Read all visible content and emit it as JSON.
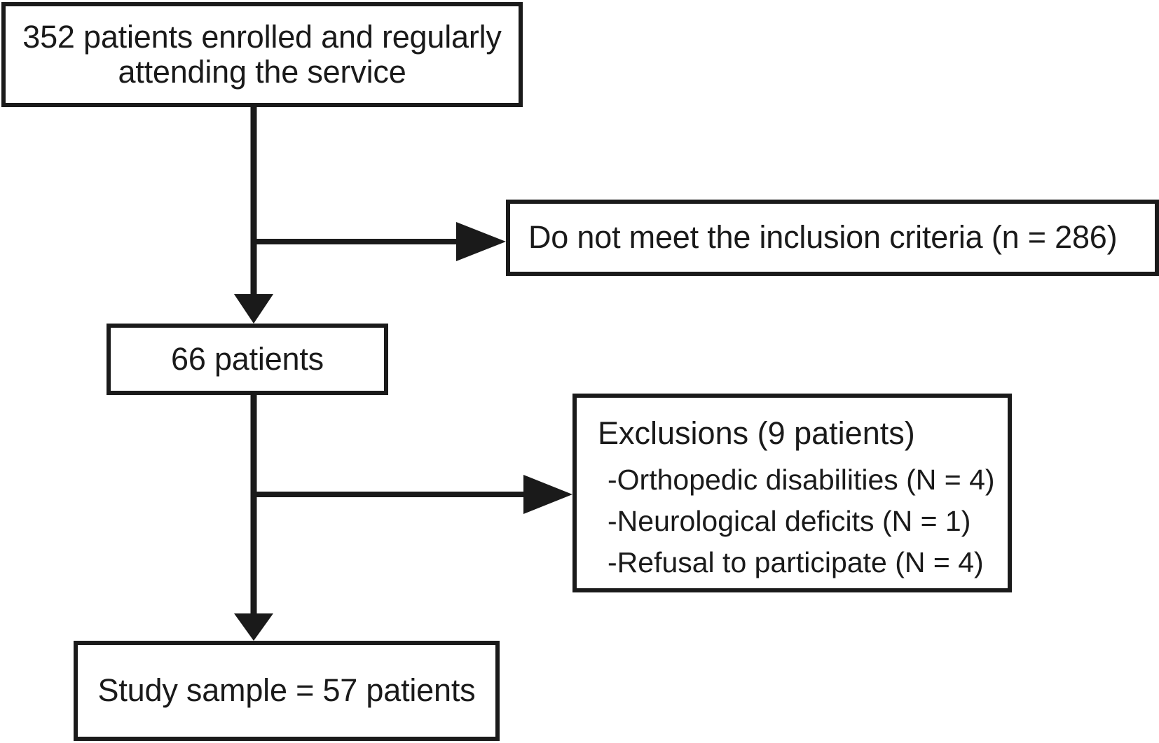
{
  "figure": {
    "type": "flowchart",
    "orientation": "top-down",
    "background_color": "#ffffff",
    "stroke_color": "#1a1a1a"
  },
  "nodes": {
    "enrolled": {
      "label": "352 patients enrolled and regularly\nattending the service",
      "count": 352
    },
    "not_meet_criteria": {
      "label": "Do not meet the inclusion criteria (n = 286)",
      "count": 286
    },
    "sixtysix": {
      "label": "66 patients",
      "count": 66
    },
    "exclusions": {
      "title": "Exclusions (9 patients)",
      "count": 9,
      "items": [
        "-Orthopedic disabilities (N = 4)",
        "-Neurological deficits (N = 1)",
        "-Refusal to participate (N = 4)"
      ]
    },
    "study_sample": {
      "label": "Study sample = 57 patients",
      "count": 57
    }
  },
  "edges": [
    {
      "from": "enrolled",
      "to": "not_meet_criteria",
      "kind": "branch-right"
    },
    {
      "from": "enrolled",
      "to": "sixtysix",
      "kind": "down"
    },
    {
      "from": "sixtysix",
      "to": "exclusions",
      "kind": "branch-right"
    },
    {
      "from": "sixtysix",
      "to": "study_sample",
      "kind": "down"
    }
  ]
}
